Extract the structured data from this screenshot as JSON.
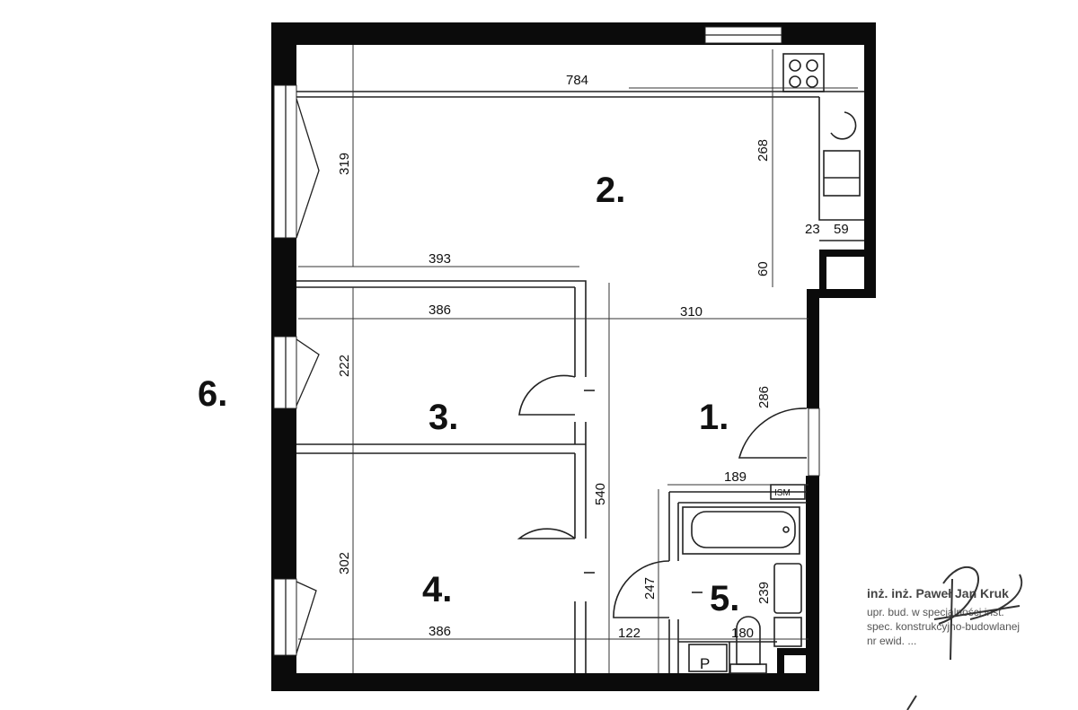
{
  "plan": {
    "rooms": {
      "r1": "1.",
      "r2": "2.",
      "r3": "3.",
      "r4": "4.",
      "r5": "5.",
      "r6": "6."
    },
    "dimensions": {
      "total_width": "784",
      "room2_height": "319",
      "kitchen_length": "268",
      "kitchen_gap": "60",
      "room3_top_width": "393",
      "room3_width": "386",
      "hall_width": "310",
      "room3_height": "222",
      "hall_height": "286",
      "hall_length": "540",
      "room4_height": "302",
      "room4_width": "386",
      "bath_width": "189",
      "bath_door": "247",
      "bath_height": "239",
      "closet_width": "122",
      "wc_width": "180",
      "cabinet_a": "23",
      "cabinet_b": "59"
    },
    "labels": {
      "boiler": "P",
      "meter": "ISM"
    }
  },
  "stamp": {
    "name": "inż. inż. Paweł Jan Kruk",
    "line2": "upr. bud. w specjalności inst.",
    "line3": "spec. konstrukcyjno-budowlanej",
    "line4": "nr ewid. ..."
  }
}
